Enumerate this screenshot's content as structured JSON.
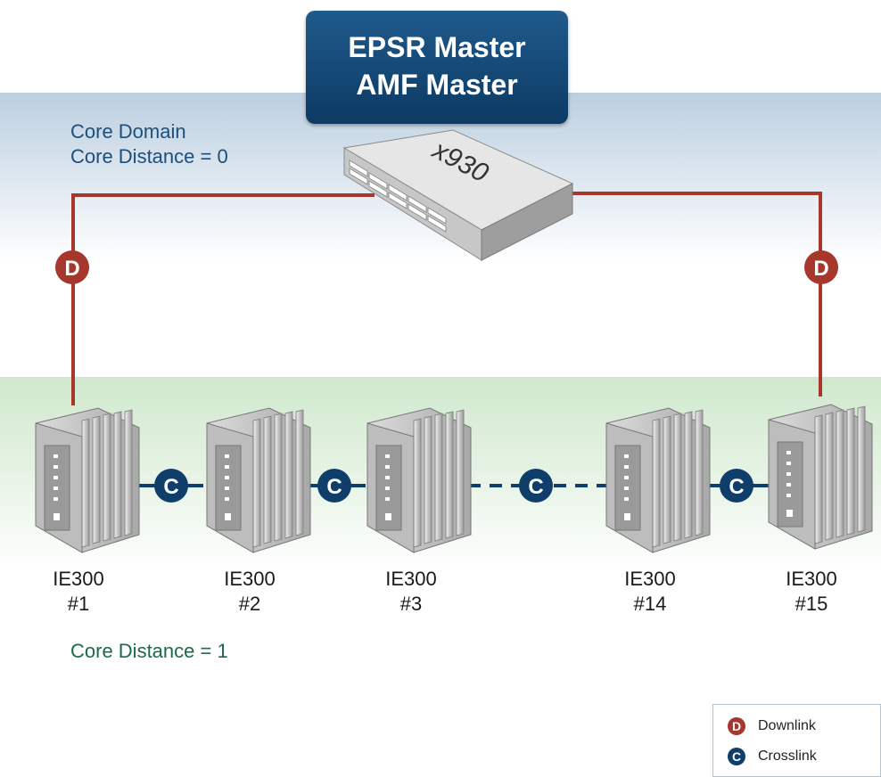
{
  "master": {
    "line1": "EPSR Master",
    "line2": "AMF Master"
  },
  "switch": {
    "model": "x930"
  },
  "core_domain": {
    "title": "Core Domain",
    "distance": "Core Distance = 0"
  },
  "distribution": {
    "distance": "Core Distance = 1"
  },
  "downlink_badge": "D",
  "crosslink_badge": "C",
  "nodes": [
    {
      "model": "IE300",
      "number": "#1"
    },
    {
      "model": "IE300",
      "number": "#2"
    },
    {
      "model": "IE300",
      "number": "#3"
    },
    {
      "model": "IE300",
      "number": "#14"
    },
    {
      "model": "IE300",
      "number": "#15"
    }
  ],
  "legend": {
    "downlink_label": "Downlink",
    "crosslink_label": "Crosslink"
  },
  "colors": {
    "downlink": "#a7372c",
    "crosslink": "#0f3e6b",
    "core_text": "#1d4f7c",
    "distance_text": "#1a6b46"
  }
}
